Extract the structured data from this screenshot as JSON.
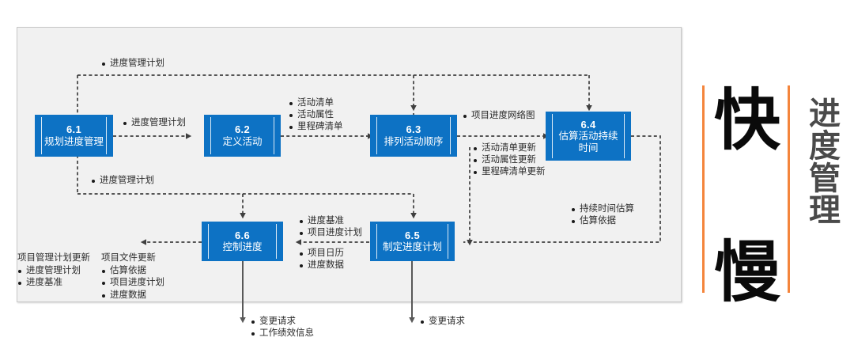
{
  "diagram": {
    "title": "进度管理",
    "processes": [
      {
        "id": "6.1",
        "num": "6.1",
        "name": "规划进度管理"
      },
      {
        "id": "6.2",
        "num": "6.2",
        "name": "定义活动"
      },
      {
        "id": "6.3",
        "num": "6.3",
        "name": "排列活动顺序"
      },
      {
        "id": "6.4",
        "num": "6.4",
        "name_line1": "估算活动持续",
        "name_line2": "时间"
      },
      {
        "id": "6.5",
        "num": "6.5",
        "name": "制定进度计划"
      },
      {
        "id": "6.6",
        "num": "6.6",
        "name": "控制进度"
      }
    ],
    "labels": {
      "top_feedback": "进度管理计划",
      "p1_to_p2": "进度管理计划",
      "lower_feedback": "进度管理计划",
      "p2_to_p3": [
        "活动清单",
        "活动属性",
        "里程碑清单"
      ],
      "p3_to_p4_top": "项目进度网络图",
      "p3_to_p5": [
        "活动清单更新",
        "活动属性更新",
        "里程碑清单更新"
      ],
      "p4_to_p5": [
        "持续时间估算",
        "估算依据"
      ],
      "p5_to_p6_top": [
        "进度基准",
        "项目进度计划"
      ],
      "p5_to_p6_bottom": [
        "项目日历",
        "进度数据"
      ],
      "p6_out_left_group1_header": "项目管理计划更新",
      "p6_out_left_group1_items": [
        "进度管理计划",
        "进度基准"
      ],
      "p6_out_left_group2_header": "项目文件更新",
      "p6_out_left_group2_items": [
        "估算依据",
        "项目进度计划",
        "进度数据"
      ],
      "p6_out_bottom": [
        "变更请求",
        "工作绩效信息"
      ],
      "p5_out_bottom": [
        "变更请求"
      ]
    }
  },
  "sidepanel": {
    "char_fast": "快",
    "char_slow": "慢",
    "vertical_title": [
      "进",
      "度",
      "管",
      "理"
    ]
  },
  "colors": {
    "process_blue": "#0d72c4",
    "panel_bg": "#f1f1f1",
    "accent_orange": "#f4853c",
    "wire_gray": "#3f3f3f",
    "vertical_title_gray": "#4a4a4a"
  }
}
